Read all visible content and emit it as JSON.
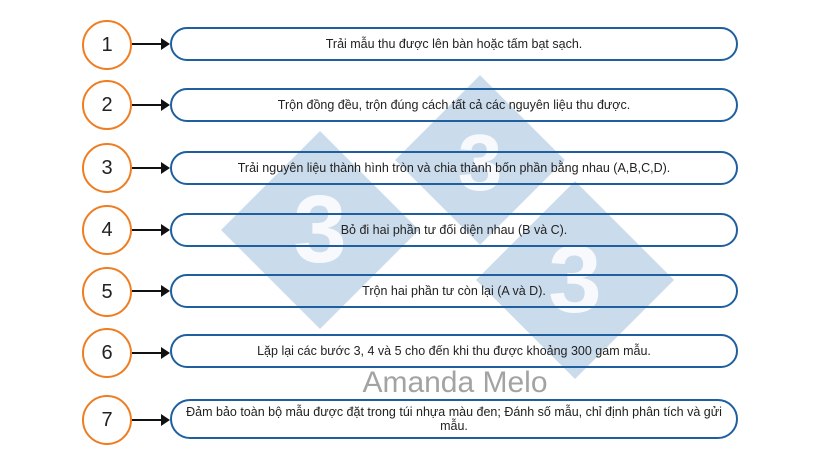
{
  "watermark": {
    "text": "Amanda Melo",
    "logo_digits": [
      "3",
      "3",
      "3"
    ],
    "logo_color": "#9fbfde",
    "text_color": "#9a9a9a"
  },
  "colors": {
    "circle_border": "#ef7d22",
    "pill_border": "#1f5f9e",
    "arrow": "#111111"
  },
  "steps": [
    {
      "number": "1",
      "text": "Trải mẫu thu được lên bàn hoặc tấm bạt sạch."
    },
    {
      "number": "2",
      "text": "Trộn đồng đều, trộn đúng cách tất cả các nguyên liệu thu được."
    },
    {
      "number": "3",
      "text": "Trải nguyên liệu thành hình tròn và chia thành bốn phần bằng nhau (A,B,C,D)."
    },
    {
      "number": "4",
      "text": "Bỏ đi hai phần tư đối diện nhau (B và C)."
    },
    {
      "number": "5",
      "text": "Trộn hai phần tư còn lại (A và D)."
    },
    {
      "number": "6",
      "text": "Lặp lại các bước 3, 4 và 5 cho đến khi thu được khoảng 300 gam mẫu."
    },
    {
      "number": "7",
      "text": "Đảm bảo toàn bộ mẫu được đặt trong túi nhựa màu đen; Đánh số mẫu, chỉ định phân tích và gửi mẫu."
    }
  ]
}
